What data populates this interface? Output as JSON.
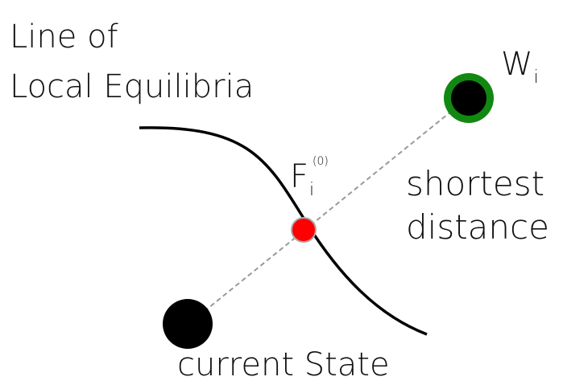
{
  "title": {
    "line1": "Line of",
    "line2": "Local Equilibria"
  },
  "target": {
    "letter": "W",
    "subscript": "i",
    "fill_color": "#000000",
    "ring_color": "#118811"
  },
  "intersection": {
    "letter": "F",
    "subscript": "i",
    "superscript": "(0)",
    "color": "#ff0000"
  },
  "distance_label": {
    "line1": "shortest",
    "line2": "distance"
  },
  "current": {
    "label": "current State",
    "color": "#000000"
  },
  "connector": {
    "color": "#999999",
    "style": "dashed"
  }
}
